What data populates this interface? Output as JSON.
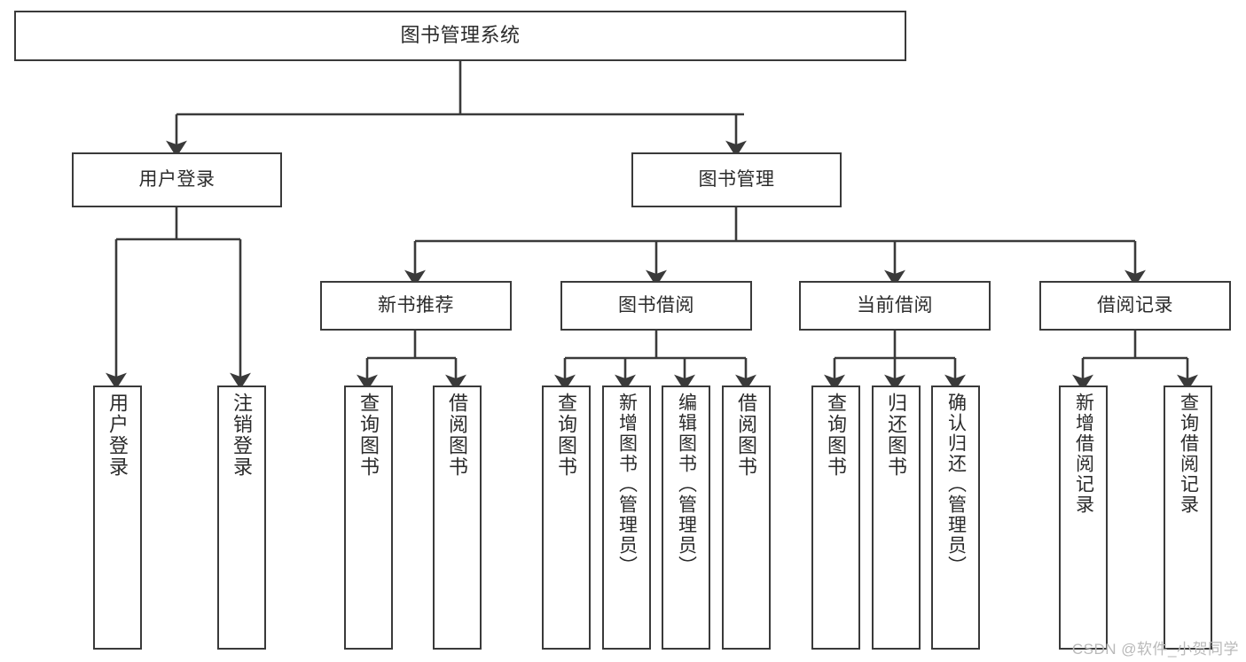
{
  "diagram": {
    "type": "tree-hierarchy",
    "title": "图书管理系统",
    "orientation": "top-down",
    "line_color": "#3a3a3a",
    "box_fill": "#ffffff",
    "box_border": "#3a3a3a",
    "text_color": "#2b2b2b",
    "background": "#ffffff",
    "watermark": "CSDN @软件_小贺同学"
  },
  "nodes": {
    "root": {
      "label": "图书管理系统",
      "level": 0
    },
    "level1": [
      {
        "id": "user-login",
        "label": "用户登录",
        "level": 1
      },
      {
        "id": "book-management",
        "label": "图书管理",
        "level": 1
      }
    ],
    "level2": [
      {
        "id": "new-book-recommend",
        "label": "新书推荐",
        "level": 2,
        "parent": "book-management"
      },
      {
        "id": "book-borrow",
        "label": "图书借阅",
        "level": 2,
        "parent": "book-management"
      },
      {
        "id": "current-borrow",
        "label": "当前借阅",
        "level": 2,
        "parent": "book-management"
      },
      {
        "id": "borrow-record",
        "label": "借阅记录",
        "level": 2,
        "parent": "book-management"
      }
    ],
    "leaves": [
      {
        "id": "leaf-user-login",
        "label": "用户登录",
        "parent": "user-login"
      },
      {
        "id": "leaf-logout-login",
        "label": "注销登录",
        "parent": "user-login"
      },
      {
        "id": "leaf-query-book-1",
        "label": "查询图书",
        "parent": "new-book-recommend"
      },
      {
        "id": "leaf-borrow-book-1",
        "label": "借阅图书",
        "parent": "new-book-recommend"
      },
      {
        "id": "leaf-query-book-2",
        "label": "查询图书",
        "parent": "book-borrow"
      },
      {
        "id": "leaf-add-book",
        "label": "新增图书（管理员）",
        "parent": "book-borrow"
      },
      {
        "id": "leaf-edit-book",
        "label": "编辑图书（管理员）",
        "parent": "book-borrow"
      },
      {
        "id": "leaf-borrow-book-2",
        "label": "借阅图书",
        "parent": "book-borrow"
      },
      {
        "id": "leaf-query-book-3",
        "label": "查询图书",
        "parent": "current-borrow"
      },
      {
        "id": "leaf-return-book",
        "label": "归还图书",
        "parent": "current-borrow"
      },
      {
        "id": "leaf-confirm-return",
        "label": "确认归还（管理员）",
        "parent": "current-borrow"
      },
      {
        "id": "leaf-add-record",
        "label": "新增借阅记录",
        "parent": "borrow-record"
      },
      {
        "id": "leaf-query-record",
        "label": "查询借阅记录",
        "parent": "borrow-record"
      }
    ]
  }
}
